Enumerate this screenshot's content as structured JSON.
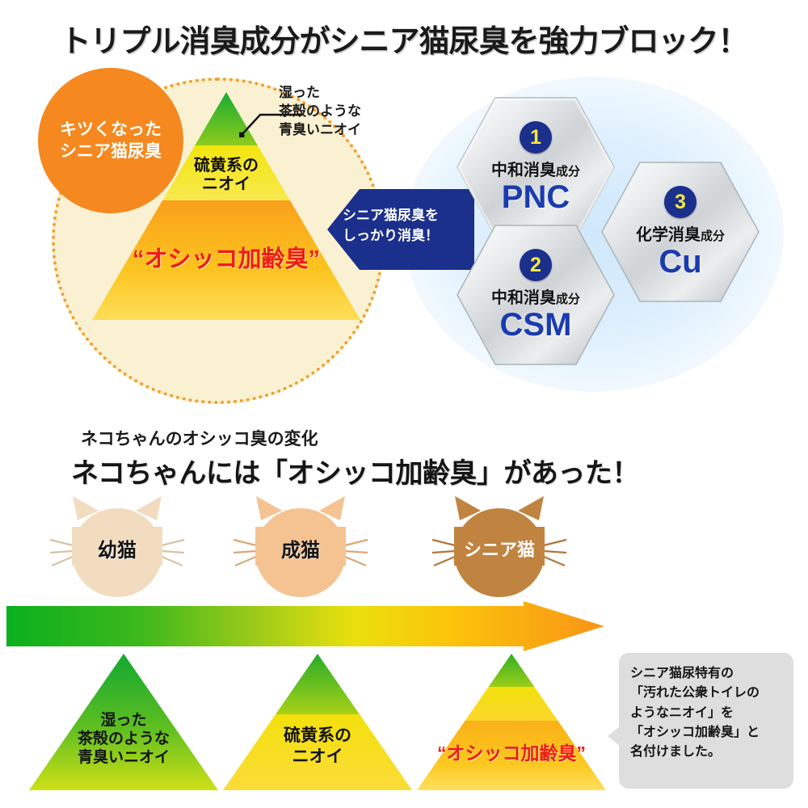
{
  "headline": "トリプル消臭成分がシニア猫尿臭を強力ブロック！",
  "top_section": {
    "orange_bubble": {
      "line1": "キツくなった",
      "line2": "シニア猫尿臭",
      "color": "#f5881f"
    },
    "pyramid": {
      "tiers": [
        {
          "name": "top-tier",
          "label": "",
          "color": "#39b54a"
        },
        {
          "name": "middle-tier",
          "label_line1": "硫黄系の",
          "label_line2": "ニオイ",
          "color": "#f5e31a"
        },
        {
          "name": "bottom-tier",
          "label": "“オシッコ加齢臭”",
          "color": "#f9a11b",
          "label_color": "#ee1c15"
        }
      ]
    },
    "annotation": {
      "line1": "湿った",
      "line2": "茶殻のような",
      "line3": "青臭いニオイ"
    },
    "blue_arrow": {
      "line1": "シニア猫尿臭を",
      "line2": "しっかり消臭！",
      "color": "#1b2f8c"
    },
    "hexagons": [
      {
        "number": "1",
        "subtitle_main": "中和消臭",
        "subtitle_small": "成分",
        "code": "PNC"
      },
      {
        "number": "2",
        "subtitle_main": "中和消臭",
        "subtitle_small": "成分",
        "code": "CSM"
      },
      {
        "number": "3",
        "subtitle_main": "化学消臭",
        "subtitle_small": "成分",
        "code": "Cu"
      }
    ]
  },
  "bottom_section": {
    "sub_heading": "ネコちゃんのオシッコ臭の変化",
    "heading": "ネコちゃんには「オシッコ加齢臭」があった！",
    "cats": [
      {
        "label": "幼猫",
        "fill": "#f2dcc0",
        "text_color": "#141414"
      },
      {
        "label": "成猫",
        "fill": "#f5c392",
        "text_color": "#141414"
      },
      {
        "label": "シニア猫",
        "fill": "#c08340",
        "text_color": "#ffffff"
      }
    ],
    "arrow_gradient": [
      "#0ab01e",
      "#8dc91b",
      "#f2e20c",
      "#fbc40a",
      "#f99417"
    ],
    "pyramids": [
      {
        "tiers": 1,
        "lines": [
          "湿った",
          "茶殻のような",
          "青臭いニオイ"
        ],
        "text_color": "#141414",
        "font_size": "19px"
      },
      {
        "tiers": 2,
        "lines": [
          "硫黄系の",
          "ニオイ"
        ],
        "text_color": "#141414",
        "font_size": "21px"
      },
      {
        "tiers": 3,
        "lines": [
          "“オシッコ加齢臭”"
        ],
        "text_color": "#ee1c15",
        "font_size": "23px"
      }
    ],
    "callout": {
      "line1": "シニア猫尿特有の",
      "line2": "「汚れた公衆トイレの",
      "line3": "ようなニオイ」を",
      "line4": "「オシッコ加齢臭」と",
      "line5": "名付けました。",
      "bg_color": "#dedede"
    }
  }
}
